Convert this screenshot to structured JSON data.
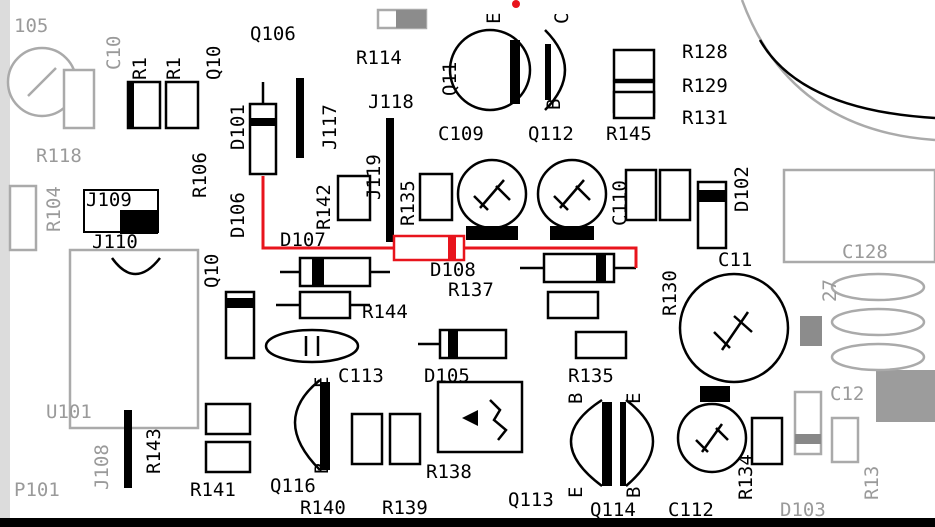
{
  "board": {
    "labels": {
      "r105": "105",
      "c10x": "C10",
      "r1a": "R1",
      "r1b": "R1",
      "q10": "Q10",
      "q106": "Q106",
      "r114": "R114",
      "j117": "J117",
      "j118": "J118",
      "q11x": "Q11",
      "r128": "R128",
      "r129": "R129",
      "r131": "R131",
      "d101": "D101",
      "r118": "R118",
      "r106": "R106",
      "d106": "D106",
      "r104": "R104",
      "j109": "J109",
      "j110": "J110",
      "c109": "C109",
      "q112": "Q112",
      "r145": "R145",
      "j119": "J119",
      "r142": "R142",
      "r135v": "R135",
      "c110": "C110",
      "d102": "D102",
      "d107": "D107",
      "d108": "D108",
      "c128": "C128",
      "c11": "C11",
      "r130": "R130",
      "r137": "R137",
      "r144": "R144",
      "u101": "U101",
      "c113": "C113",
      "d105": "D105",
      "r135": "R135",
      "c12x": "C12",
      "r143": "R143",
      "j108": "J108",
      "p101": "P101",
      "r141": "R141",
      "q116": "Q116",
      "r138": "R138",
      "q113": "Q113",
      "q114": "Q114",
      "c112": "C112",
      "r134": "R134",
      "r140": "R140",
      "r139": "R139",
      "d103": "D103",
      "r12x": "27",
      "r1xx": "R13",
      "q10small": "Q10",
      "e1": "E",
      "b1": "B",
      "c1": "C",
      "e2": "E",
      "b2": "B",
      "e3": "E",
      "b3": "B",
      "b4": "B",
      "e4": "E"
    },
    "colors": {
      "ink": "#000000",
      "faded": "#a6a6a6",
      "highlight": "#e8141c",
      "gray_fill": "#8c8c8c"
    }
  }
}
